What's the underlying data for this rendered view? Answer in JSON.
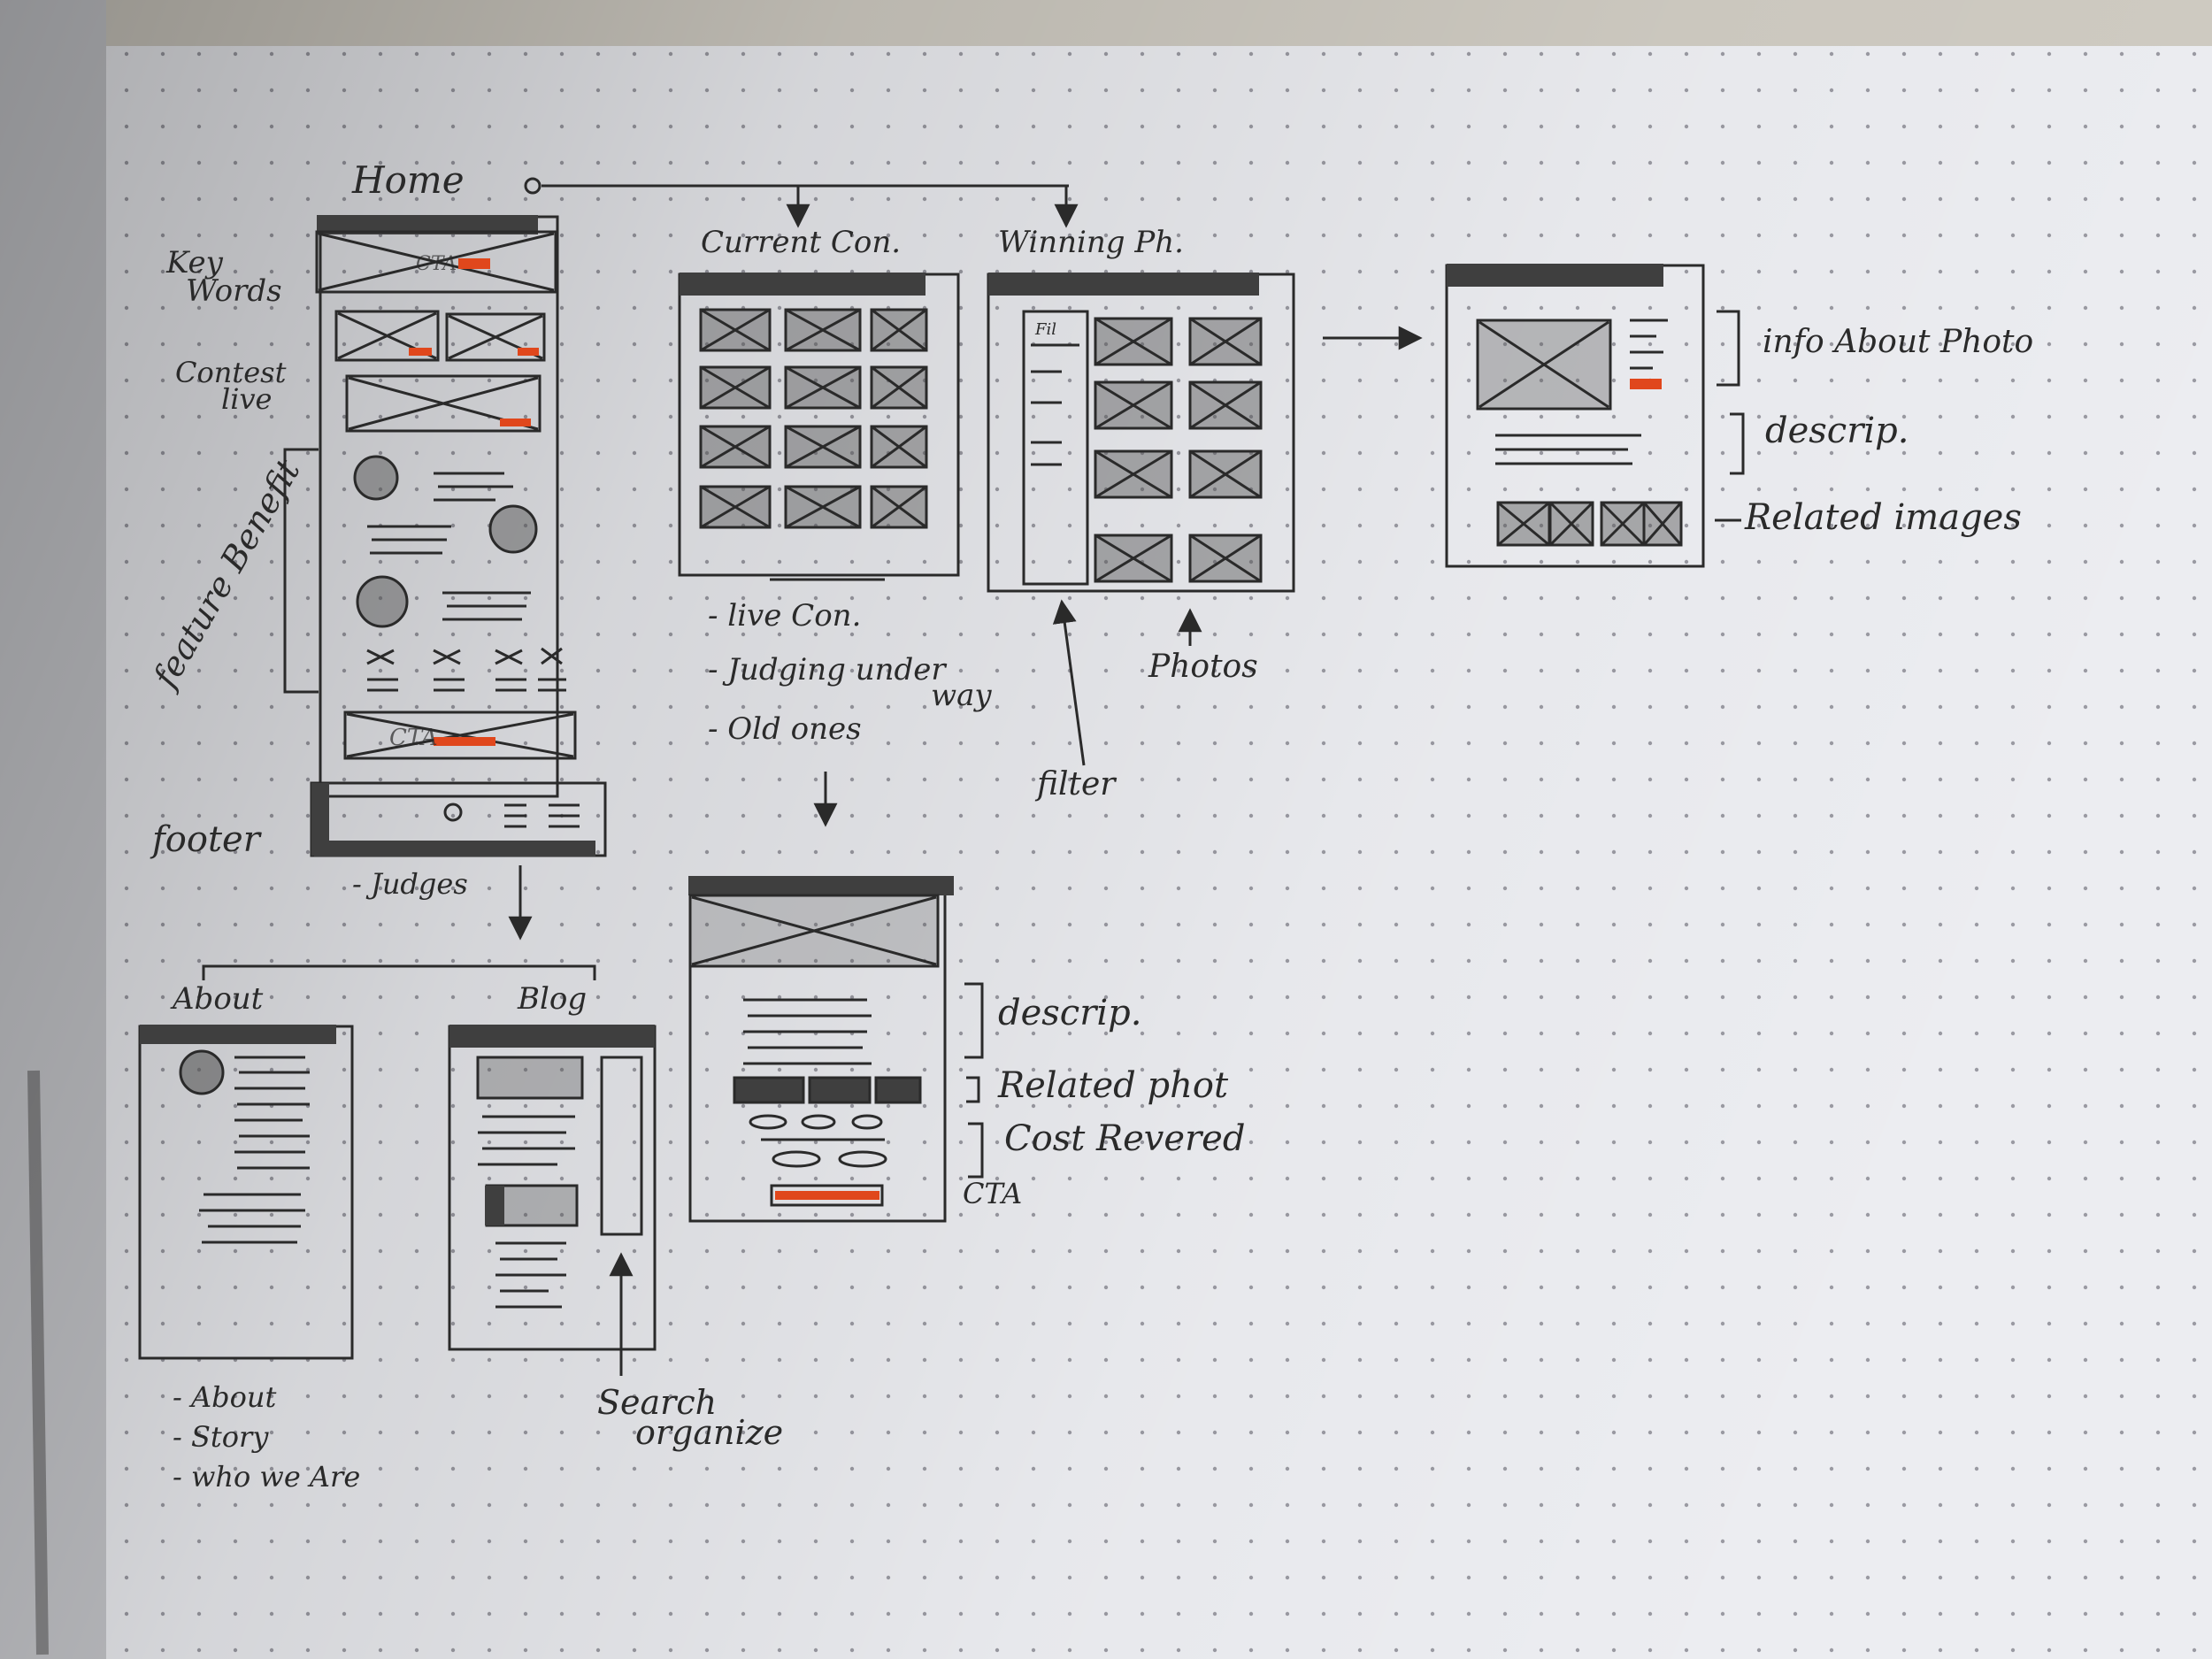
{
  "labels": {
    "home": "Home",
    "key_words": [
      "Key",
      "Words"
    ],
    "contest_live": [
      "Contest",
      "live"
    ],
    "feature_benefit": "feature Benefit",
    "footer": "footer",
    "judges": "- Judges",
    "current_con": "Current Con.",
    "winning_ph": "Winning Ph.",
    "current_notes": [
      "- live Con.",
      "- Judging under",
      "way",
      "- Old ones"
    ],
    "filter": "filter",
    "photos": "Photos",
    "info_about_photo": "info About Photo",
    "descrip_1": "descrip.",
    "related_images": "Related images",
    "about": "About",
    "blog": "Blog",
    "about_notes": [
      "- About",
      "- Story",
      "- who we Are"
    ],
    "search_organize": [
      "Search",
      "organize"
    ],
    "descrip_2": "descrip.",
    "related_phot": "Related phot",
    "cost_revered": "Cost Revered",
    "cta": "CTA",
    "cta_box": "CTA",
    "cta_box_2": "CTA",
    "filter_box": "Fil"
  },
  "colors": {
    "paper": "#ecedf1",
    "ink": "#2a2a2a",
    "marker": "#3f3f3f",
    "accent": "#e0471c",
    "dots": "#9a9aa2"
  }
}
